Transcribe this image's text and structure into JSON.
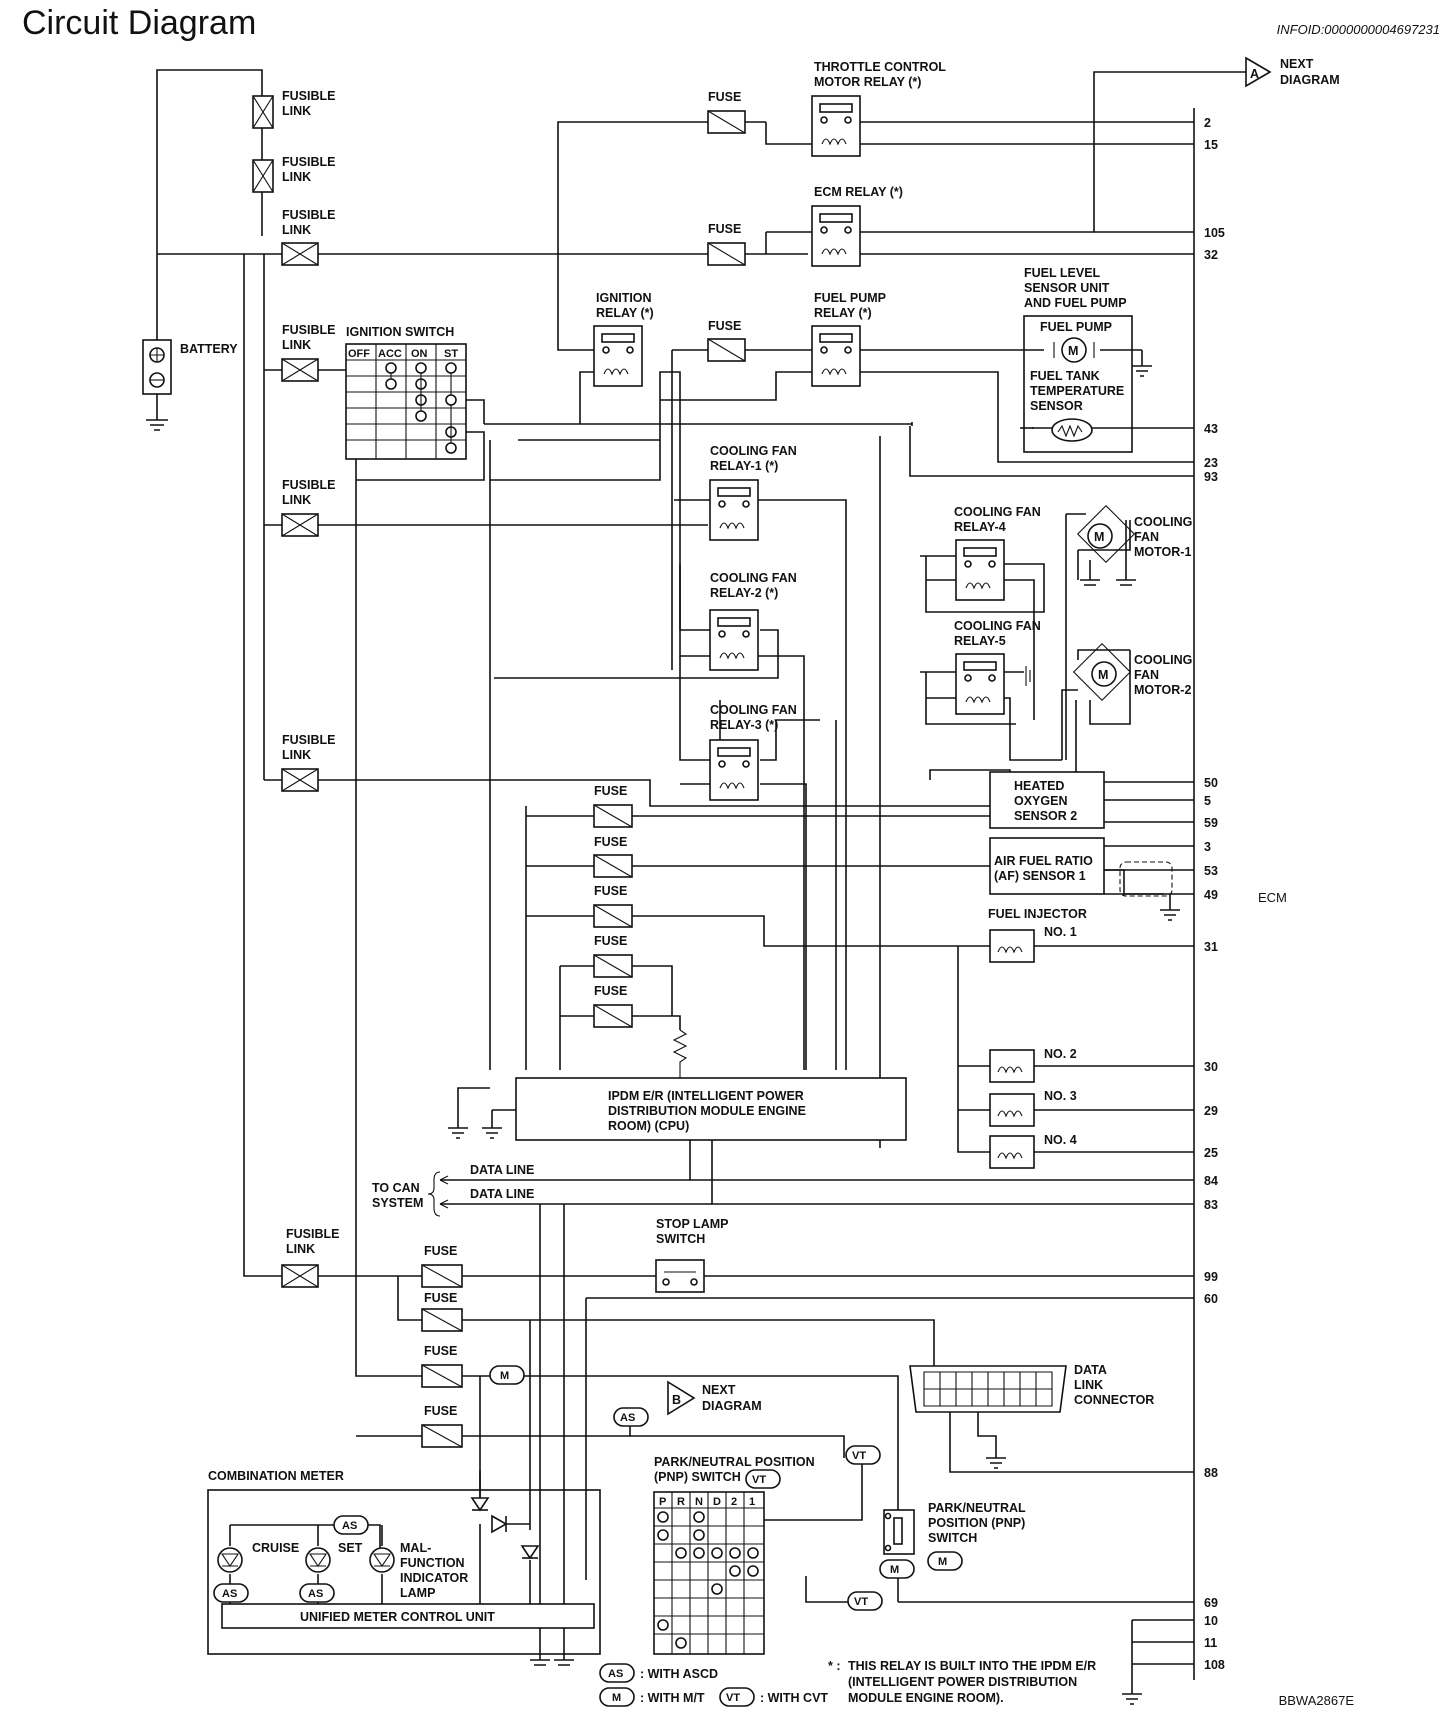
{
  "page": {
    "title": "Circuit Diagram",
    "info_id": "INFOID:0000000004697231",
    "code": "BBWA2867E"
  },
  "labels": {
    "fusible_link": [
      "FUSIBLE",
      "LINK"
    ],
    "fuse": "FUSE",
    "battery": "BATTERY",
    "ignition_switch": "IGNITION SWITCH",
    "ign_cols": [
      "OFF",
      "ACC",
      "ON",
      "ST"
    ],
    "throttle_relay": [
      "THROTTLE CONTROL",
      "MOTOR RELAY (*)"
    ],
    "ecm_relay": "ECM RELAY (*)",
    "ignition_relay": [
      "IGNITION",
      "RELAY (*)"
    ],
    "fuel_pump_relay": [
      "FUEL PUMP",
      "RELAY (*)"
    ],
    "fuel_level_unit": [
      "FUEL LEVEL",
      "SENSOR UNIT",
      "AND FUEL PUMP"
    ],
    "fuel_pump": "FUEL PUMP",
    "fuel_tank_sensor": [
      "FUEL TANK",
      "TEMPERATURE",
      "SENSOR"
    ],
    "next_a": [
      "NEXT",
      "DIAGRAM"
    ],
    "marker_a": "A",
    "marker_b": "B",
    "cf_relay1": [
      "COOLING FAN",
      "RELAY-1 (*)"
    ],
    "cf_relay2": [
      "COOLING FAN",
      "RELAY-2 (*)"
    ],
    "cf_relay3": [
      "COOLING FAN",
      "RELAY-3 (*)"
    ],
    "cf_relay4": [
      "COOLING FAN",
      "RELAY-4"
    ],
    "cf_relay5": [
      "COOLING FAN",
      "RELAY-5"
    ],
    "cf_motor1": [
      "COOLING",
      "FAN",
      "MOTOR-1"
    ],
    "cf_motor2": [
      "COOLING",
      "FAN",
      "MOTOR-2"
    ],
    "motor_m": "M",
    "heated_o2": [
      "HEATED",
      "OXYGEN",
      "SENSOR 2"
    ],
    "af_sensor": [
      "AIR FUEL RATIO",
      "(AF) SENSOR 1"
    ],
    "fuel_injector": "FUEL INJECTOR",
    "injectors": [
      "NO. 1",
      "NO. 2",
      "NO. 3",
      "NO. 4"
    ],
    "ecm": "ECM",
    "ipdm": [
      "IPDM E/R (INTELLIGENT POWER",
      "DISTRIBUTION MODULE ENGINE",
      "ROOM) (CPU)"
    ],
    "to_can": [
      "TO CAN",
      "SYSTEM"
    ],
    "data_line": "DATA LINE",
    "stop_lamp": [
      "STOP LAMP",
      "SWITCH"
    ],
    "next_b": [
      "NEXT",
      "DIAGRAM"
    ],
    "dlc": [
      "DATA",
      "LINK",
      "CONNECTOR"
    ],
    "combination_meter": "COMBINATION METER",
    "cruise": "CRUISE",
    "set": "SET",
    "mil": [
      "MAL-",
      "FUNCTION",
      "INDICATOR",
      "LAMP"
    ],
    "umcu": "UNIFIED METER CONTROL UNIT",
    "pnp_switch_grid": [
      "PARK/NEUTRAL POSITION",
      "(PNP) SWITCH"
    ],
    "pnp_cols": [
      "P",
      "R",
      "N",
      "D",
      "2",
      "1"
    ],
    "pnp_switch_mt": [
      "PARK/NEUTRAL",
      "POSITION (PNP)",
      "SWITCH"
    ],
    "tag_as": "AS",
    "tag_m": "M",
    "tag_vt": "VT"
  },
  "ecm_pins": [
    "2",
    "15",
    "105",
    "32",
    "43",
    "23",
    "93",
    "50",
    "5",
    "59",
    "3",
    "53",
    "49",
    "31",
    "30",
    "29",
    "25",
    "84",
    "83",
    "99",
    "60",
    "88",
    "69",
    "10",
    "11",
    "108"
  ],
  "legend": {
    "as": ": WITH ASCD",
    "m": ": WITH M/T",
    "vt": ": WITH CVT",
    "note_star": "* :",
    "note": [
      "THIS RELAY IS BUILT INTO THE IPDM E/R",
      "(INTELLIGENT POWER DISTRIBUTION",
      "MODULE ENGINE ROOM)."
    ]
  },
  "colors": {
    "line": "#111111",
    "background": "#ffffff"
  }
}
